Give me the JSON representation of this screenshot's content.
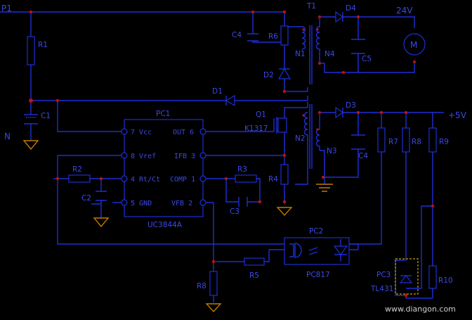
{
  "nets": {
    "p1": "P1",
    "n": "N",
    "v24": "24V",
    "v5": "+5V"
  },
  "transformer": {
    "name": "T1",
    "windings": [
      "N1",
      "N4",
      "N2",
      "N3"
    ]
  },
  "ic": {
    "ref": "PC1",
    "part": "UC3844A",
    "pins_left": [
      "7 Vcc",
      "8 Vref",
      "4 Rt/Ct",
      "5 GND"
    ],
    "pins_right": [
      "OUT 6",
      "IFB 3",
      "COMP 1",
      "VFB 2"
    ]
  },
  "optocoupler": {
    "ref": "PC2",
    "part": "PC817"
  },
  "shunt_regulator": {
    "ref": "PC3",
    "part": "TL431"
  },
  "resistors": [
    "R1",
    "R2",
    "R3",
    "R4",
    "R5",
    "R6",
    "R7",
    "R8",
    "R9",
    "R10"
  ],
  "capacitors": [
    "C1",
    "C2",
    "C3",
    "C4",
    "C5",
    "C4"
  ],
  "diodes": [
    "D1",
    "D2",
    "D3",
    "D4"
  ],
  "mosfet": {
    "ref": "Q1",
    "part": "K1317"
  },
  "motor": {
    "label": "M"
  },
  "watermark": "www.diangon.com"
}
